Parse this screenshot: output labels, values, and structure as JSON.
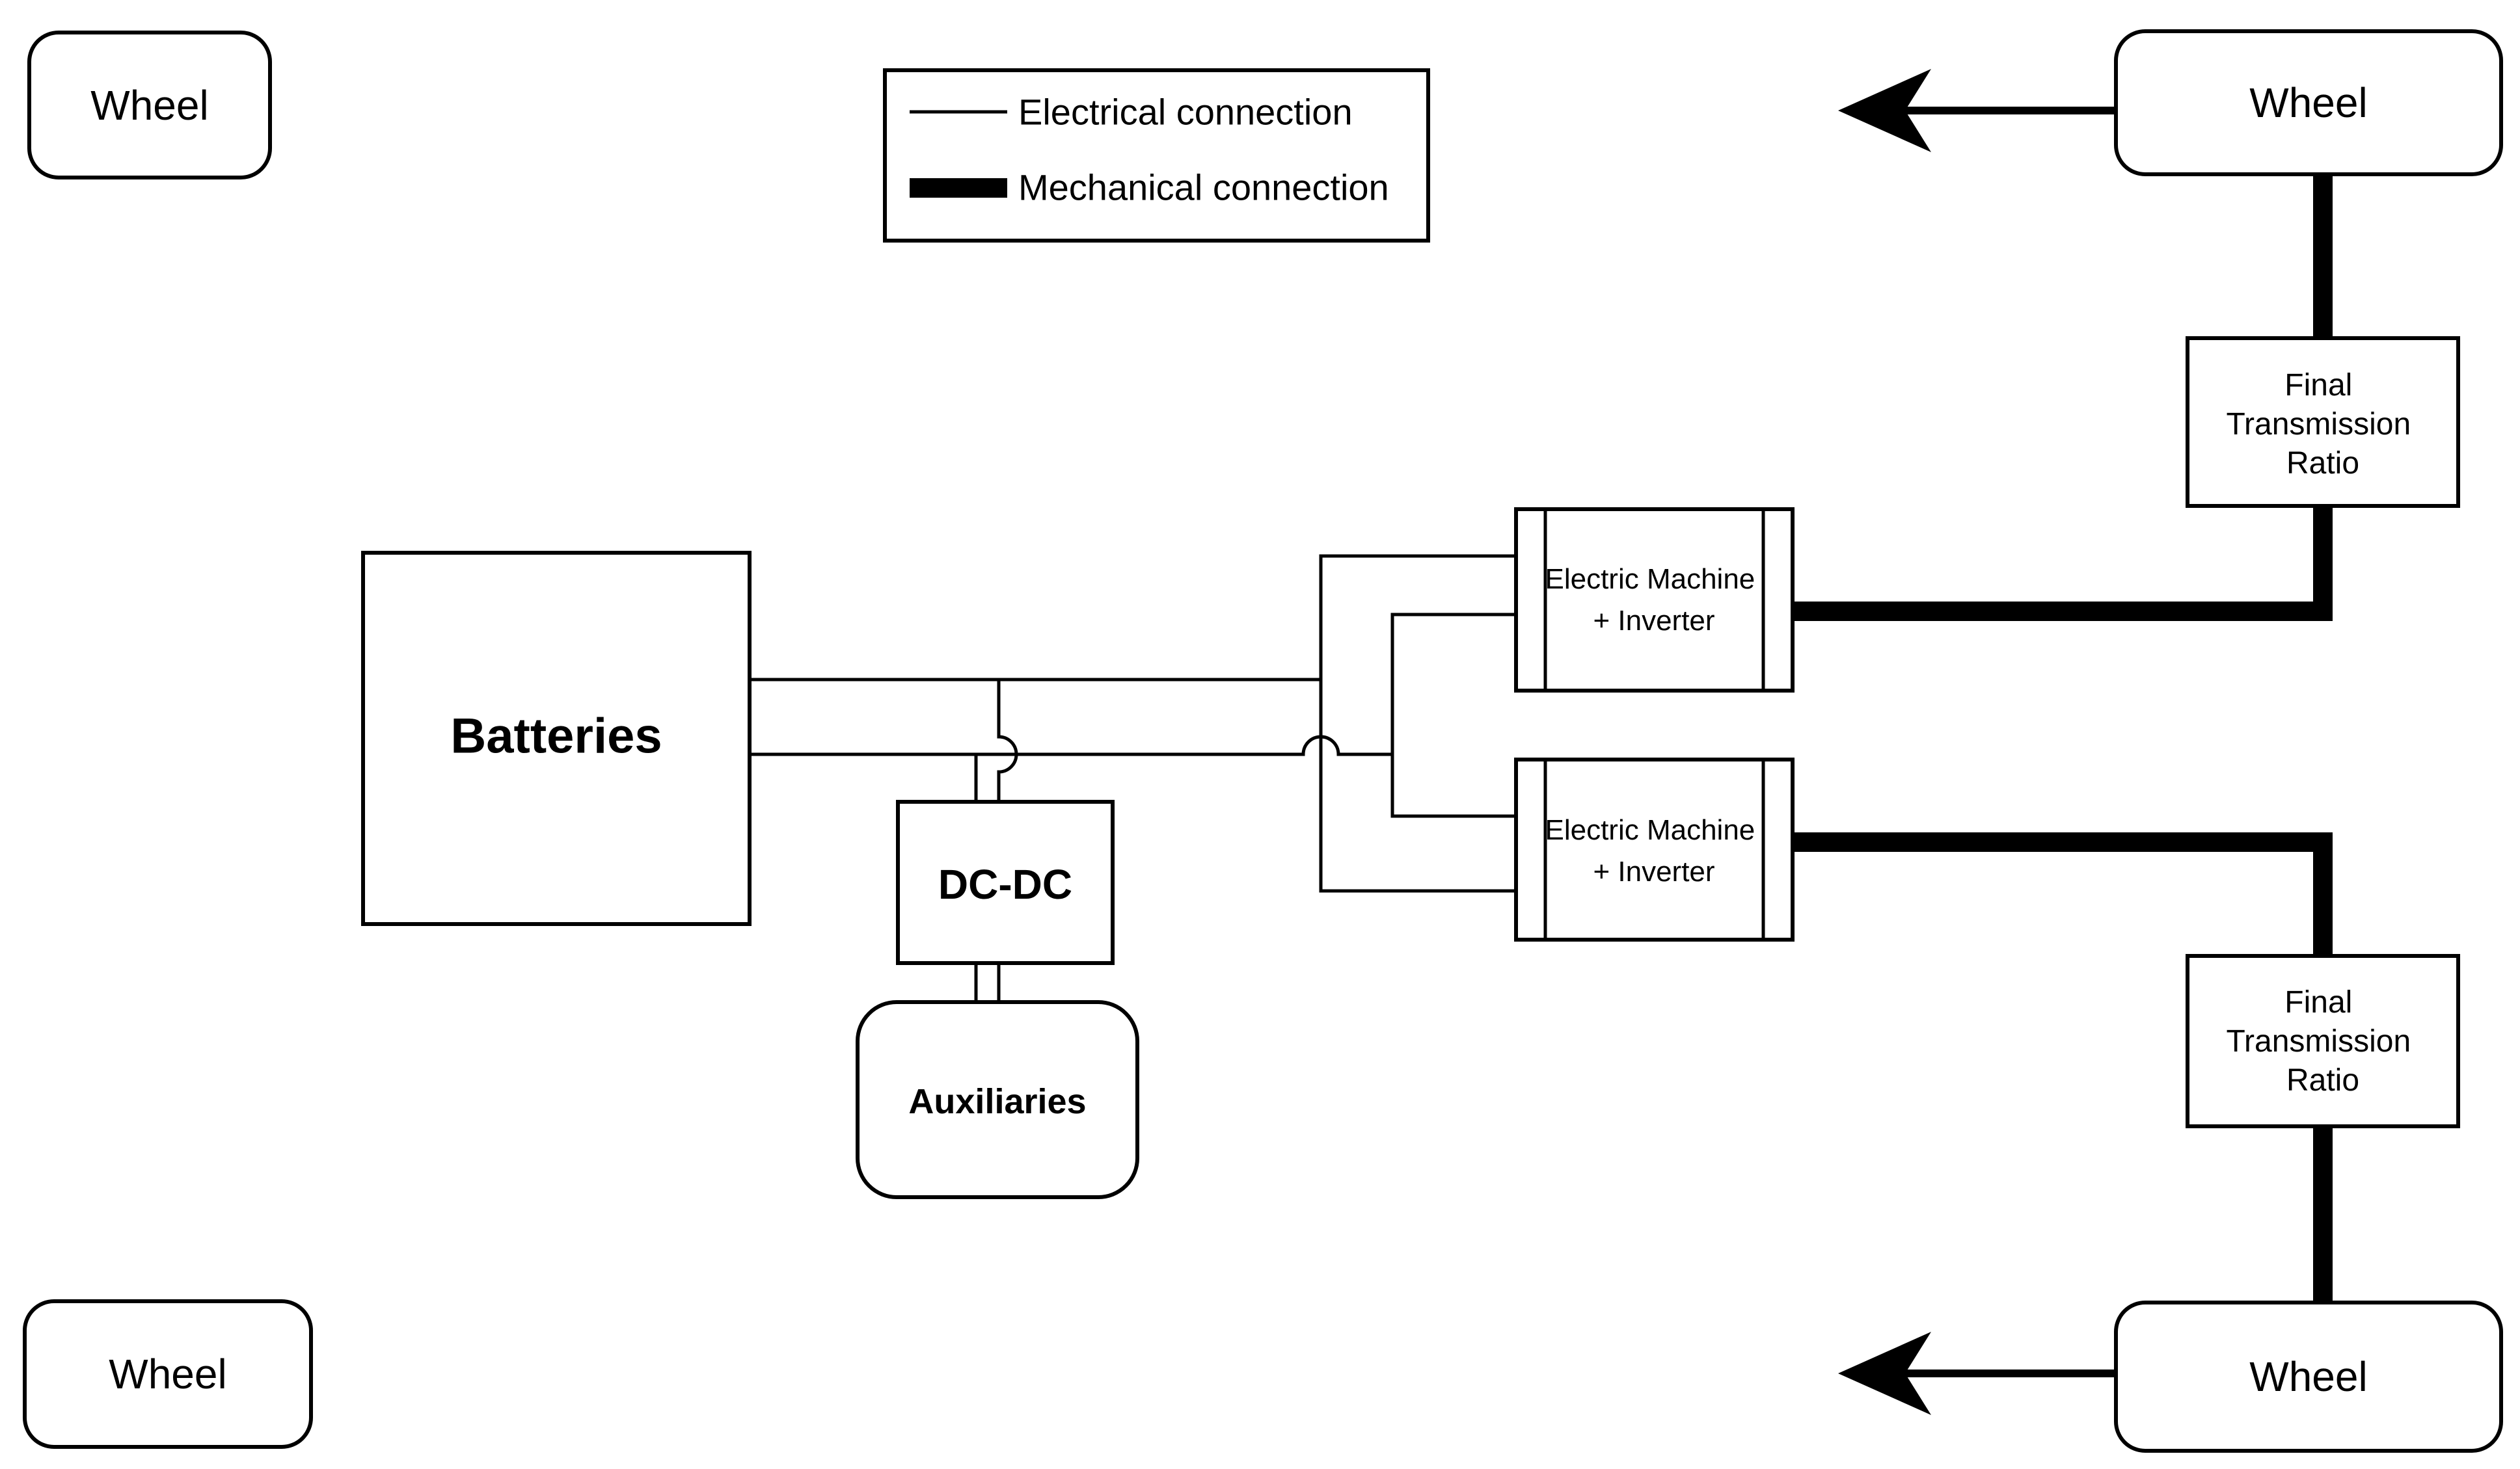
{
  "page": {
    "description": "Battery electric vehicle dual-motor powertrain block diagram",
    "background_color": "#ffffff",
    "line_color": "#000000"
  },
  "legend": {
    "items": [
      {
        "id": "electrical",
        "label": "Electrical connection",
        "line_style": "thin"
      },
      {
        "id": "mechanical",
        "label": "Mechanical connection",
        "line_style": "thick"
      }
    ]
  },
  "nodes": {
    "wheel_top_left": {
      "label": "Wheel"
    },
    "wheel_top_right": {
      "label": "Wheel"
    },
    "wheel_bottom_left": {
      "label": "Wheel"
    },
    "wheel_bottom_right": {
      "label": "Wheel"
    },
    "batteries": {
      "label": "Batteries"
    },
    "dc_dc": {
      "label": "DC-DC"
    },
    "auxiliaries": {
      "label": "Auxiliaries"
    },
    "em_top": {
      "lines": [
        "Electric Machine",
        "+ Inverter"
      ]
    },
    "em_bottom": {
      "lines": [
        "Electric Machine",
        "+ Inverter"
      ]
    },
    "ftr_top": {
      "lines": [
        "Final",
        "Transmission",
        "Ratio"
      ]
    },
    "ftr_bottom": {
      "lines": [
        "Final",
        "Transmission",
        "Ratio"
      ]
    }
  },
  "connections": [
    {
      "from": "batteries",
      "to": "em_top",
      "type": "electrical",
      "wires": 2
    },
    {
      "from": "batteries",
      "to": "em_bottom",
      "type": "electrical",
      "wires": 2
    },
    {
      "from": "batteries",
      "to": "dc_dc",
      "type": "electrical",
      "wires": 2
    },
    {
      "from": "dc_dc",
      "to": "auxiliaries",
      "type": "electrical",
      "wires": 2
    },
    {
      "from": "em_top",
      "to": "ftr_top",
      "type": "mechanical"
    },
    {
      "from": "ftr_top",
      "to": "wheel_top_right",
      "type": "mechanical"
    },
    {
      "from": "em_bottom",
      "to": "ftr_bottom",
      "type": "mechanical"
    },
    {
      "from": "ftr_bottom",
      "to": "wheel_bottom_right",
      "type": "mechanical"
    }
  ],
  "arrows": [
    {
      "at": "wheel_top_right",
      "direction": "left"
    },
    {
      "at": "wheel_bottom_right",
      "direction": "left"
    }
  ]
}
